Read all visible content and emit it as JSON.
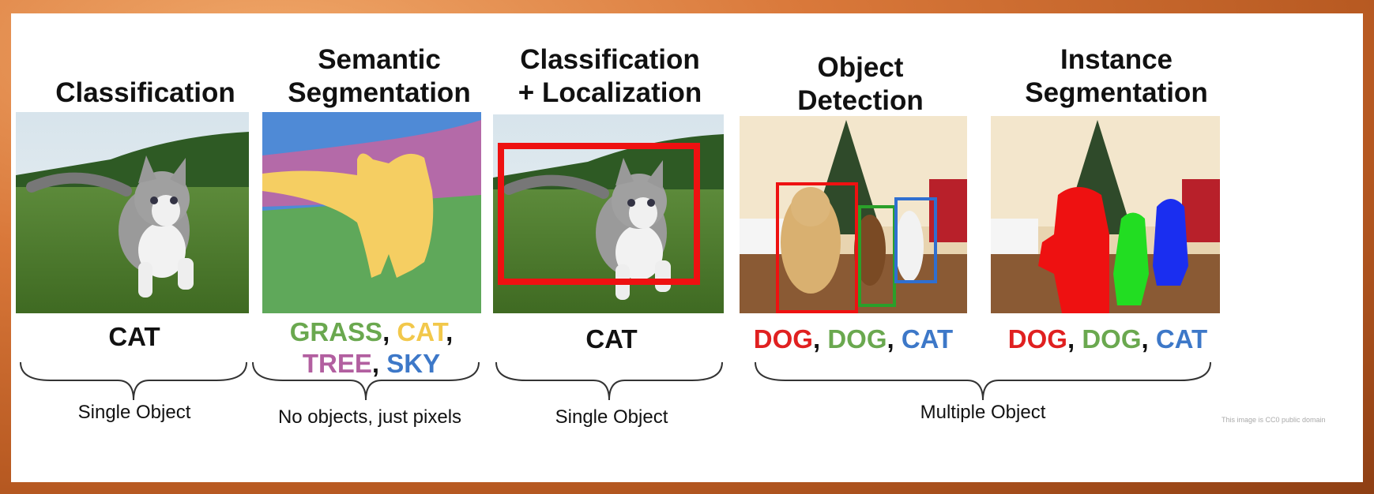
{
  "columns": [
    {
      "title": "Classification",
      "label": "CAT",
      "subtitle": "Single Object"
    },
    {
      "title": "Semantic\nSegmentation",
      "label_parts": [
        {
          "text": "GRASS",
          "color": "green"
        },
        {
          "text": ", ",
          "color": "black"
        },
        {
          "text": "CAT",
          "color": "yellow"
        },
        {
          "text": ",",
          "color": "black"
        }
      ],
      "label_parts2": [
        {
          "text": "TREE",
          "color": "pink"
        },
        {
          "text": ", ",
          "color": "black"
        },
        {
          "text": "SKY",
          "color": "blue"
        }
      ],
      "subtitle": "No objects, just pixels"
    },
    {
      "title": "Classification\n+ Localization",
      "label": "CAT",
      "subtitle": "Single Object"
    },
    {
      "title": "Object\nDetection",
      "label_parts": [
        {
          "text": "DOG",
          "color": "red"
        },
        {
          "text": ", ",
          "color": "black"
        },
        {
          "text": "DOG",
          "color": "green"
        },
        {
          "text": ", ",
          "color": "black"
        },
        {
          "text": "CAT",
          "color": "blue"
        }
      ]
    },
    {
      "title": "Instance\nSegmentation",
      "label_parts": [
        {
          "text": "DOG",
          "color": "red"
        },
        {
          "text": ", ",
          "color": "black"
        },
        {
          "text": "DOG",
          "color": "green"
        },
        {
          "text": ", ",
          "color": "black"
        },
        {
          "text": "CAT",
          "color": "blue"
        }
      ]
    }
  ],
  "multi_subtitle": "Multiple Object",
  "credit": "This image is CC0 public domain",
  "colors": {
    "red": "#e02020",
    "green": "#6aa84f",
    "blue": "#3d78c8",
    "yellow": "#f2c84b",
    "pink": "#b25fa0",
    "black": "#111111"
  }
}
